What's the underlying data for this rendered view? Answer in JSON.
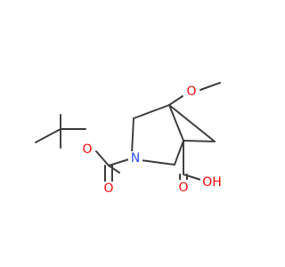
{
  "molecule": {
    "atoms": {
      "methoxy_o": {
        "label": "O",
        "color": "#ff0d0d"
      },
      "ring_n": {
        "label": "N",
        "color": "#3050f8"
      },
      "carbamate_o_ester": {
        "label": "O",
        "color": "#ff0d0d"
      },
      "carbamate_o_carbonyl": {
        "label": "O",
        "color": "#ff0d0d"
      },
      "acid_o_carbonyl": {
        "label": "O",
        "color": "#ff0d0d"
      },
      "acid_oh": {
        "label": "OH",
        "color": "#ff0d0d"
      }
    },
    "bond_color": "#404040"
  }
}
